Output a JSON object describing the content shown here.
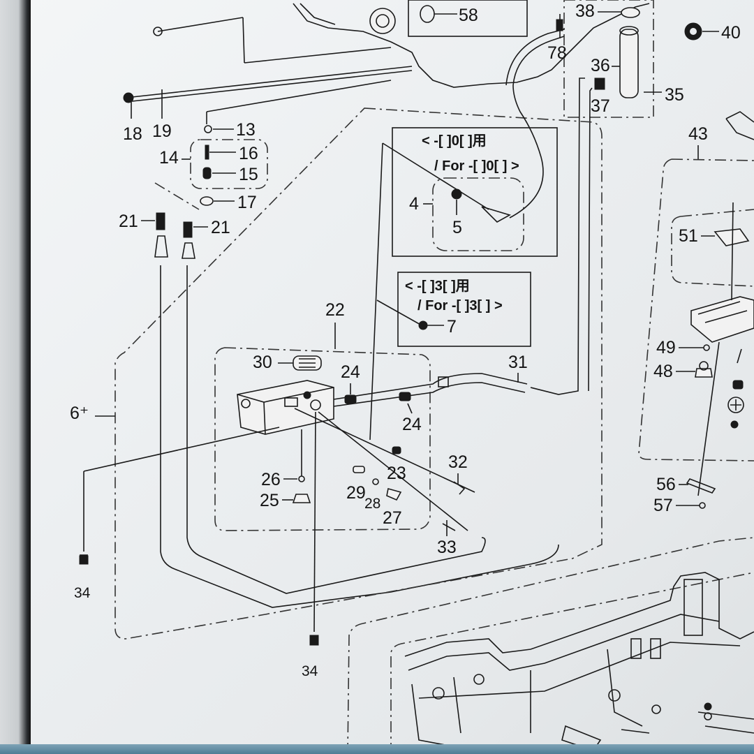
{
  "diagram": {
    "labels": {
      "p58": "58",
      "p38": "38",
      "p40": "40",
      "p78": "78",
      "p36": "36",
      "p35": "35",
      "p37": "37",
      "p18": "18",
      "p19": "19",
      "p13": "13",
      "p14": "14",
      "p16": "16",
      "p15": "15",
      "p17": "17",
      "p21a": "21",
      "p21b": "21",
      "p43": "43",
      "p51": "51",
      "p4": "4",
      "p5": "5",
      "p7": "7",
      "p22": "22",
      "p30": "30",
      "p24a": "24",
      "p24b": "24",
      "p31": "31",
      "p6": "6⁺",
      "p26": "26",
      "p25": "25",
      "p29": "29",
      "p28": "28",
      "p23": "23",
      "p27": "27",
      "p32": "32",
      "p33": "33",
      "p34a": "34",
      "p34b": "34",
      "p49": "49",
      "p48": "48",
      "p56": "56",
      "p57": "57"
    },
    "captions": {
      "box1_line1": "< -[ ]0[ ]用",
      "box1_line2": "/ For -[ ]0[ ] >",
      "box2_line1": "< -[ ]3[ ]用",
      "box2_line2": "/ For -[ ]3[ ] >"
    }
  }
}
